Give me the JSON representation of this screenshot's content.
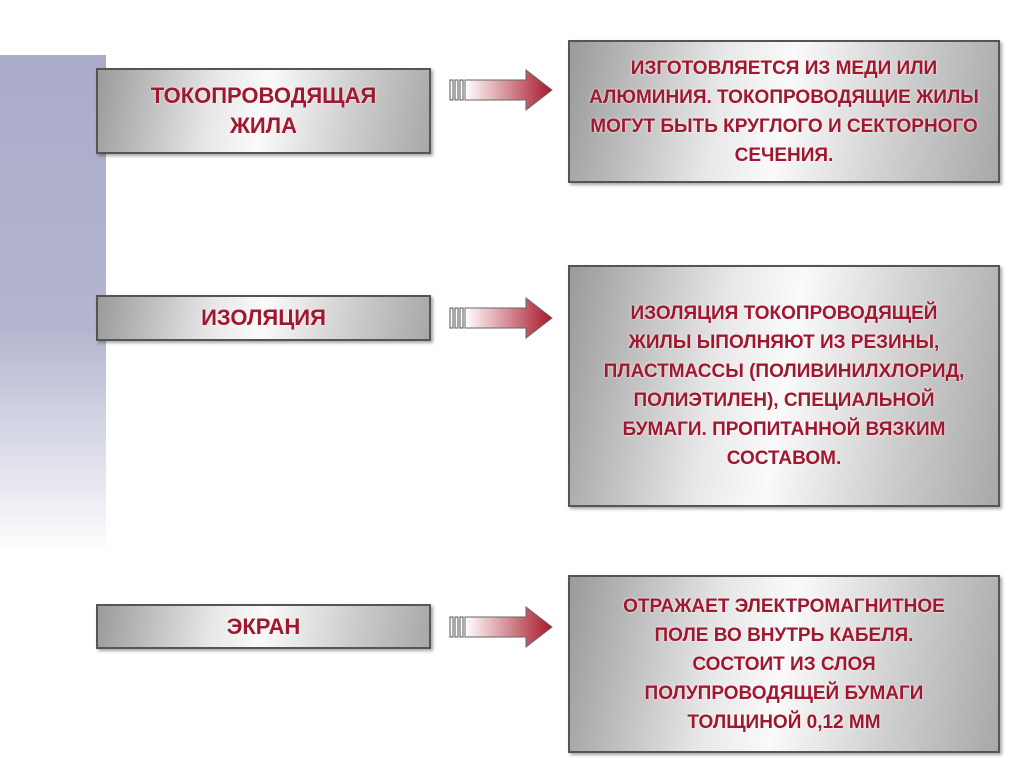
{
  "rows": [
    {
      "term": "ТОКОПРОВОДЯЩАЯ ЖИЛА",
      "description": "ИЗГОТОВЛЯЕТСЯ ИЗ МЕДИ ИЛИ АЛЮМИНИЯ. ТОКОПРОВОДЯЩИЕ ЖИЛЫ МОГУТ БЫТЬ КРУГЛОГО И СЕКТОРНОГО СЕЧЕНИЯ."
    },
    {
      "term": "ИЗОЛЯЦИЯ",
      "description": "ИЗОЛЯЦИЯ ТОКОПРОВОДЯЩЕЙ ЖИЛЫ ЫПОЛНЯЮТ ИЗ РЕЗИНЫ, ПЛАСТМАССЫ (ПОЛИВИНИЛХЛОРИД, ПОЛИЭТИЛЕН), СПЕЦИАЛЬНОЙ БУМАГИ. ПРОПИТАННОЙ ВЯЗКИМ СОСТАВОМ."
    },
    {
      "term": "ЭКРАН",
      "description": "ОТРАЖАЕТ ЭЛЕКТРОМАГНИТНОЕ ПОЛЕ ВО ВНУТРЬ КАБЕЛЯ. СОСТОИТ ИЗ СЛОЯ ПОЛУПРОВОДЯЩЕЙ БУМАГИ ТОЛЩИНОЙ 0,12 ММ"
    }
  ],
  "colors": {
    "text": "#a0182f",
    "arrow": "#b0202c",
    "sidebar": "#a9abc9"
  }
}
